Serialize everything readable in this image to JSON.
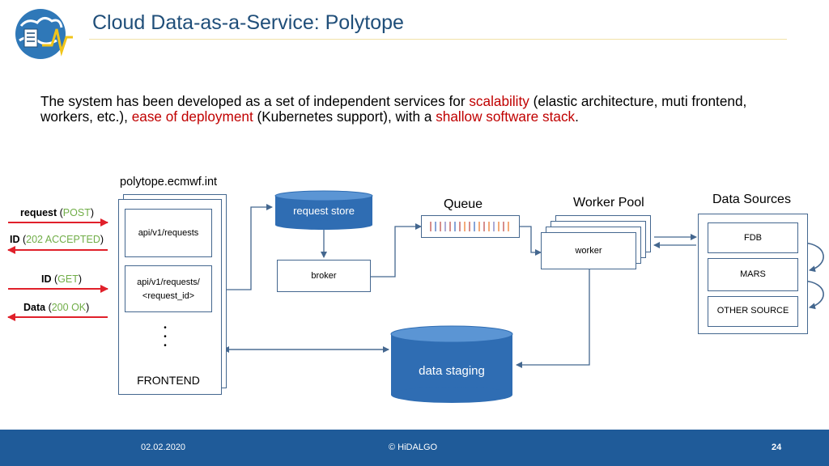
{
  "header": {
    "title": "Cloud Data-as-a-Service: Polytope"
  },
  "intro": {
    "part1": "The system has been developed as a set of independent services for ",
    "scalability": "scalability",
    "part2": " (elastic architecture, muti frontend, workers, etc.), ",
    "deployment": "ease of deployment",
    "part3": " (Kubernetes support), with a ",
    "stack": "shallow software stack",
    "part4": "."
  },
  "diagram": {
    "frontend_host": "polytope.ecmwf.int",
    "endpoint1": "api/v1/requests",
    "endpoint2_line1": "api/v1/requests/",
    "endpoint2_line2": "<request_id>",
    "ellipsis": "• • •",
    "frontend_label": "FRONTEND",
    "request_store": "request store",
    "broker": "broker",
    "queue_label": "Queue",
    "worker_pool_label": "Worker Pool",
    "worker": "worker",
    "data_sources_label": "Data Sources",
    "sources": [
      "FDB",
      "MARS",
      "OTHER SOURCE"
    ],
    "data_staging": "data staging",
    "client": {
      "request": "request",
      "request_method": "POST",
      "id1": "ID",
      "id1_status": "202 ACCEPTED",
      "id2": "ID",
      "id2_method": "GET",
      "data": "Data",
      "data_status": "200 OK"
    }
  },
  "footer": {
    "date": "02.02.2020",
    "copyright": "© HiDALGO",
    "page": "24"
  },
  "colors": {
    "accent": "#1f4e79",
    "box_border": "#44678f",
    "highlight_red": "#c00000",
    "status_green": "#70ad47",
    "arrow_red": "#e0202a",
    "footer_bg": "#1f5b99"
  }
}
